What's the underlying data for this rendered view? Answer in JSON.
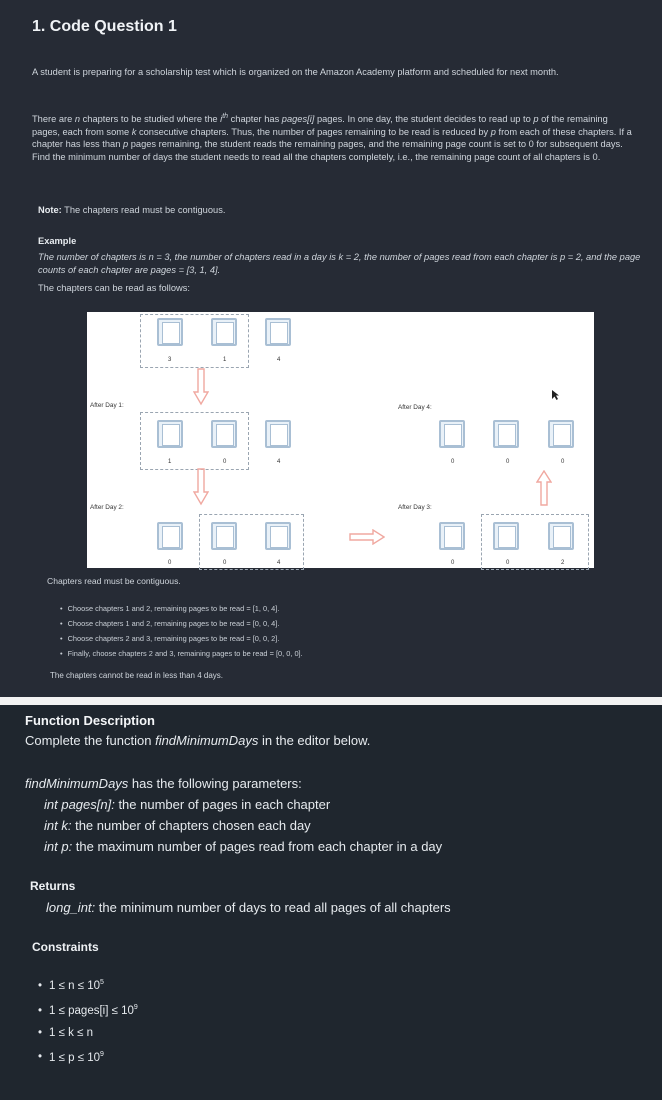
{
  "question": {
    "title": "1. Code Question 1",
    "intro": "A student is preparing for a scholarship test which is organized on the Amazon Academy platform and scheduled for next month.",
    "p2_a": "There are ",
    "p2_n": "n",
    "p2_b": " chapters to be studied where the ",
    "p2_ith": "i",
    "p2_th": "th",
    "p2_c": " chapter has ",
    "p2_pages": "pages[i]",
    "p2_d": " pages. In one day, the student decides to read up to ",
    "p2_p": "p",
    "p2_e": " of the remaining pages, each from some ",
    "p2_k": "k",
    "p2_f": " consecutive chapters. Thus, the number of pages remaining to be read is reduced by ",
    "p2_p2": "p",
    "p2_g": " from each of these chapters. If a chapter has less than ",
    "p2_p3": "p",
    "p2_h": " pages remaining, the student reads the remaining pages, and the remaining page count is set to 0 for subsequent days. Find the minimum number of days the student needs to read all the chapters completely, i.e., the remaining page count of all chapters is 0.",
    "note_label": "Note:",
    "note_text": " The chapters read must be contiguous.",
    "example_label": "Example",
    "example_line1": "The number of chapters is n = 3, the number of chapters read in a day is k = 2, the number of pages read from each chapter is p = 2, and the page counts of each chapter are pages = [3, 1, 4].",
    "example_line2": "The chapters can be read as follows:"
  },
  "diagram": {
    "after_day1": "After Day 1:",
    "after_day2": "After Day 2:",
    "after_day3": "After Day 3:",
    "after_day4": "After Day 4:",
    "row0": [
      "3",
      "1",
      "4"
    ],
    "row1": [
      "1",
      "0",
      "4"
    ],
    "row2": [
      "0",
      "0",
      "4"
    ],
    "row3": [
      "0",
      "0",
      "2"
    ],
    "row4": [
      "0",
      "0",
      "0"
    ]
  },
  "explain": {
    "contiguous": "Chapters read must be contiguous.",
    "steps": [
      "Choose chapters 1 and 2, remaining pages to be read = [1, 0, 4].",
      "Choose chapters 1 and 2, remaining pages to be read = [0, 0, 4].",
      "Choose chapters 2 and 3, remaining pages to be read = [0, 0, 2].",
      "Finally, choose chapters 2 and 3, remaining pages to be read = [0, 0, 0]."
    ],
    "conclusion": "The chapters cannot be read in less than 4 days."
  },
  "function_desc": {
    "title": "Function Description",
    "line_a": "Complete the function ",
    "fn": "findMinimumDays",
    "line_b": " in the editor below.",
    "params_fn": "findMinimumDays",
    "params_b": " has the following parameters:",
    "param1_t": "int pages[n]:",
    "param1_d": " the number of pages in each chapter",
    "param2_t": "int k:",
    "param2_d": " the number of chapters chosen each day",
    "param3_t": "int p:",
    "param3_d": " the maximum number of pages read from each chapter in a day"
  },
  "returns": {
    "title": "Returns",
    "type": "long_int:",
    "desc": " the minimum number of days to read all pages of all chapters"
  },
  "constraints": {
    "title": "Constraints",
    "c1": "1 ≤ n ≤ 10",
    "c1_sup": "5",
    "c2": "1 ≤ pages[i] ≤ 10",
    "c2_sup": "9",
    "c3": "1 ≤ k ≤ n",
    "c4": "1 ≤ p ≤ 10",
    "c4_sup": "9"
  }
}
